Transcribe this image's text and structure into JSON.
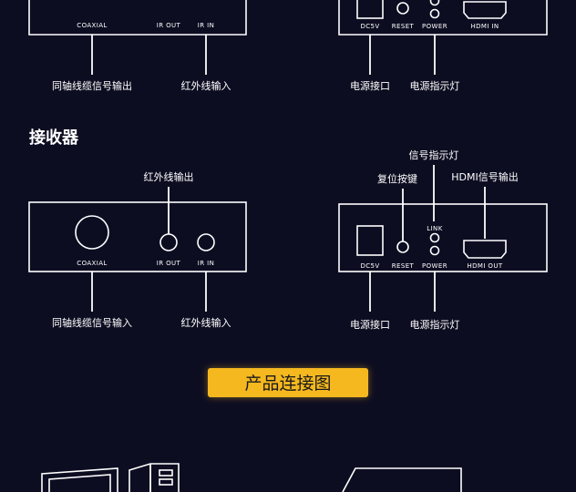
{
  "top_section": {
    "left_device": {
      "port_coaxial": "COAXIAL",
      "port_ir_out": "IR OUT",
      "port_ir_in": "IR IN",
      "callout_coaxial": "同轴线缆信号输出",
      "callout_ir_in": "红外线输入"
    },
    "right_device": {
      "port_dc5v": "DC5V",
      "port_reset": "RESET",
      "port_power": "POWER",
      "port_hdmi_in": "HDMI IN",
      "callout_power_jack": "电源接口",
      "callout_power_led": "电源指示灯"
    }
  },
  "receiver_section": {
    "heading": "接收器",
    "left_device": {
      "callout_ir_out": "红外线输出",
      "port_coaxial": "COAXIAL",
      "port_ir_out": "IR OUT",
      "port_ir_in": "IR IN",
      "callout_coaxial": "同轴线缆信号输入",
      "callout_ir_in": "红外线输入"
    },
    "right_device": {
      "callout_signal_led": "信号指示灯",
      "callout_reset": "复位按键",
      "callout_hdmi_out": "HDMI信号输出",
      "label_link": "LINK",
      "port_dc5v": "DC5V",
      "port_reset": "RESET",
      "port_power": "POWER",
      "port_hdmi_out": "HDMI OUT",
      "callout_power_jack": "电源接口",
      "callout_power_led": "电源指示灯"
    }
  },
  "connection_banner": {
    "label": "产品连接图",
    "color": "#f5b81f"
  }
}
